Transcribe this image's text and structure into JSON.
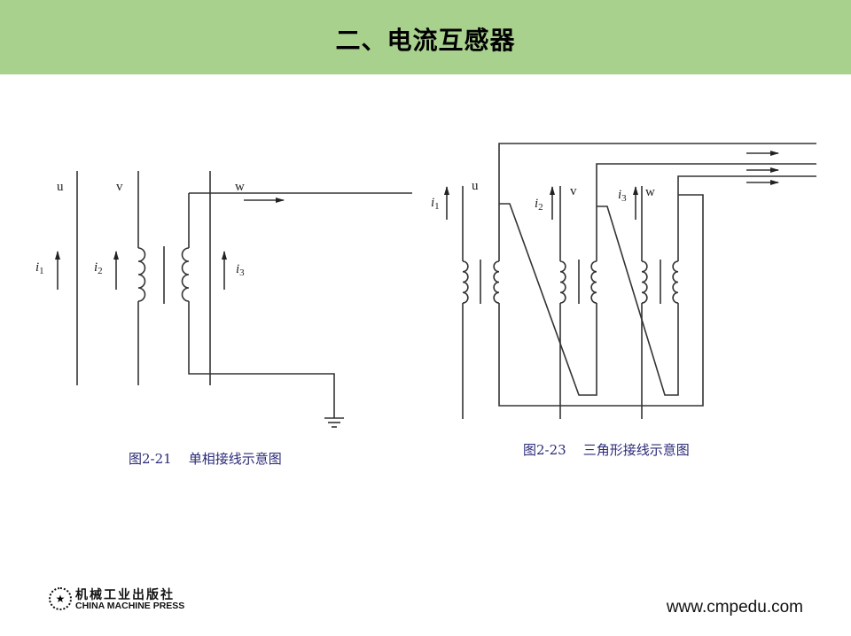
{
  "header": {
    "title": "二、电流互感器",
    "color": "#a9d18e"
  },
  "figure1": {
    "caption": "图2-21    单相接线示意图",
    "labels": {
      "u": "u",
      "v": "v",
      "w": "w",
      "i1": "i",
      "i1_sub": "1",
      "i2": "i",
      "i2_sub": "2",
      "i3": "i",
      "i3_sub": "3"
    }
  },
  "figure2": {
    "caption": "图2-23    三角形接线示意图",
    "labels": {
      "u": "u",
      "v": "v",
      "w": "w",
      "i1": "i",
      "i1_sub": "1",
      "i2": "i",
      "i2_sub": "2",
      "i3": "i",
      "i3_sub": "3"
    }
  },
  "footer": {
    "logo_cn": "机械工业出版社",
    "logo_en": "CHINA MACHINE PRESS",
    "website": "www.cmpedu.com"
  }
}
